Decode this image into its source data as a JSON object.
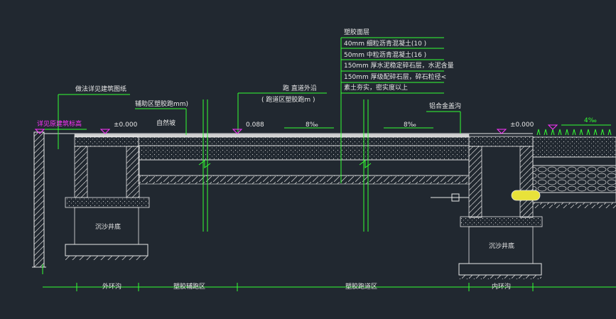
{
  "colors": {
    "background": "#212830",
    "structure": "#e8e8e8",
    "leader": "#33ff33",
    "elevation": "#ff33ff"
  },
  "callouts": {
    "layer_title": "塑胶面层",
    "layers": [
      "40mm 细粒沥青混凝土(10 )",
      "50mm 中粒沥青混凝土(16 )",
      "150mm 厚水泥稳定碎石层，水泥含量",
      "150mm 厚级配碎石层，碎石粒径<",
      "素土夯实，密实度以上"
    ],
    "architecture": "做法详见建筑图纸",
    "hatch_note": "辅助区塑胶跑mm)",
    "natural_slope": "自然坡",
    "straight_outer_line": "跑 直道外沿",
    "runway_thickness": "( 跑道区塑胶跑m )",
    "aluminum_ditch": "铝合金盖沟",
    "building_elevation": "详见原建筑标高"
  },
  "elevations": {
    "left": "±0.000",
    "mid": "0.088",
    "right": "±0.000"
  },
  "slopes": {
    "s1": "8‰",
    "s2": "8‰",
    "s3": "4‰"
  },
  "wells": {
    "left": "沉沙井底",
    "right": "沉沙井底"
  },
  "zones": {
    "outer_ditch": "外环沟",
    "aux_zone": "塑胶辅跑区",
    "runway_zone": "塑胶跑道区",
    "inner_ditch": "内环沟"
  }
}
